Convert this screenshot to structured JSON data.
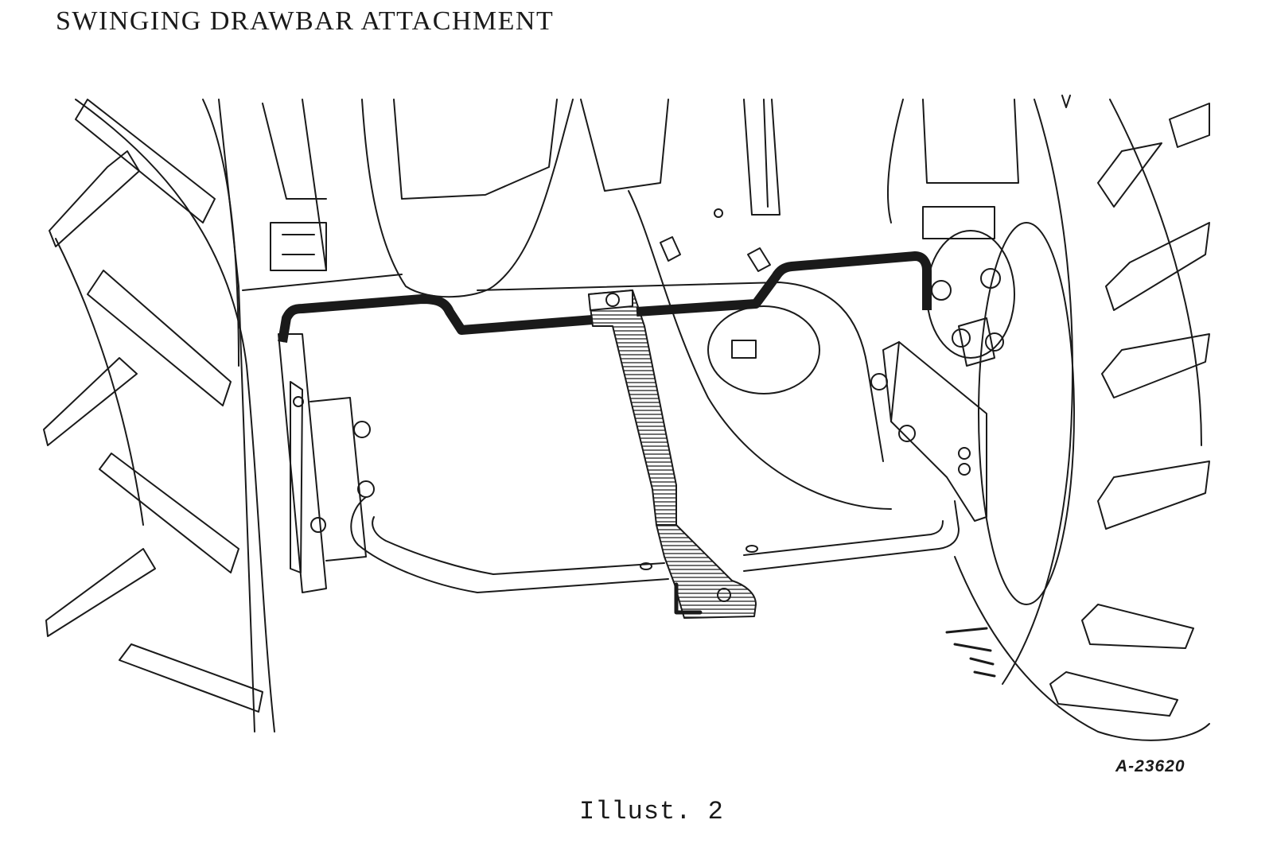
{
  "document": {
    "title": "SWINGING DRAWBAR ATTACHMENT",
    "figure_code": "A-23620",
    "caption": "Illust. 2"
  },
  "illustration": {
    "subject-icon": "tractor-rear-drawbar-line-drawing",
    "line_color": "#1a1a1a",
    "background_color": "#ffffff"
  }
}
